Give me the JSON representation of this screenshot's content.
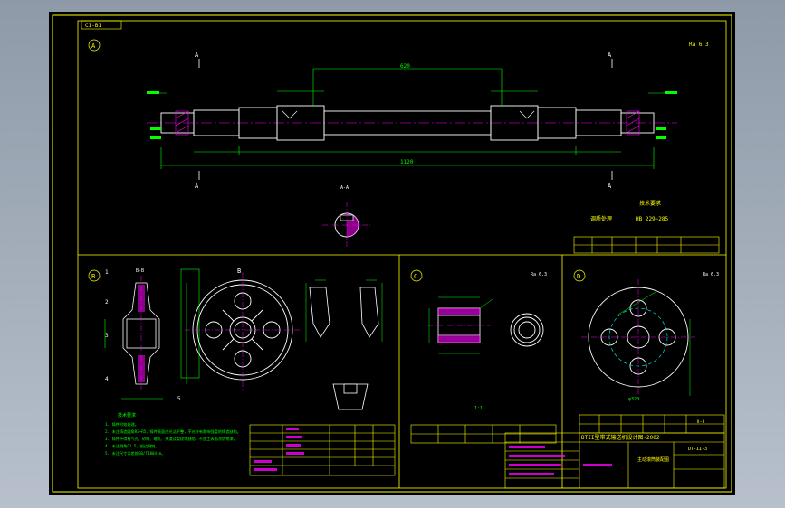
{
  "sheet_tag": "C1-B1",
  "sheet_code": "Ⅱ-Ⅱ",
  "view_a": {
    "mark": "A",
    "section_mark": "A",
    "overall_dim": "1120",
    "center_dim": "620",
    "note_top": "Ra 6.3",
    "spec_line": "HB 229~285",
    "spec_prefix": "调质处理",
    "tech_title": "技术要求",
    "section_label": "A-A"
  },
  "view_b": {
    "mark": "B",
    "label_b": "B",
    "section_label": "B-B",
    "tech_title": "技术要求",
    "notes": [
      "1. 铸件时效处理。",
      "2. 未注铸造圆角R3~R5，铸件表面应光洁平整，不允许有影响强度的铸造缺陷。",
      "3. 铸件不得有气孔、砂眼、缩孔、夹渣及裂纹等缺陷，不加工表面涂防锈漆。",
      "4. 未注倒角C1.5，锐边倒钝。",
      "5. 未注尺寸公差按GB/T1804-m。"
    ],
    "parts": [
      "1",
      "2",
      "3",
      "4",
      "5"
    ]
  },
  "view_c": {
    "mark": "C",
    "label": "Ra 6.3",
    "scale": "1:1"
  },
  "view_d": {
    "mark": "D",
    "label": "Ra 6.3",
    "dim": "φ320"
  },
  "title_block": {
    "title": "DTII型带式输送机设计图-2002",
    "drawing_name": "主动滚筒装配图",
    "code": "DT-II-3"
  },
  "colors": {
    "frame": "#ffff00",
    "part": "#ffffff",
    "dim": "#00ff00",
    "center": "#ff00ff",
    "hatch": "#ff00ff",
    "accent": "#00ffff"
  }
}
